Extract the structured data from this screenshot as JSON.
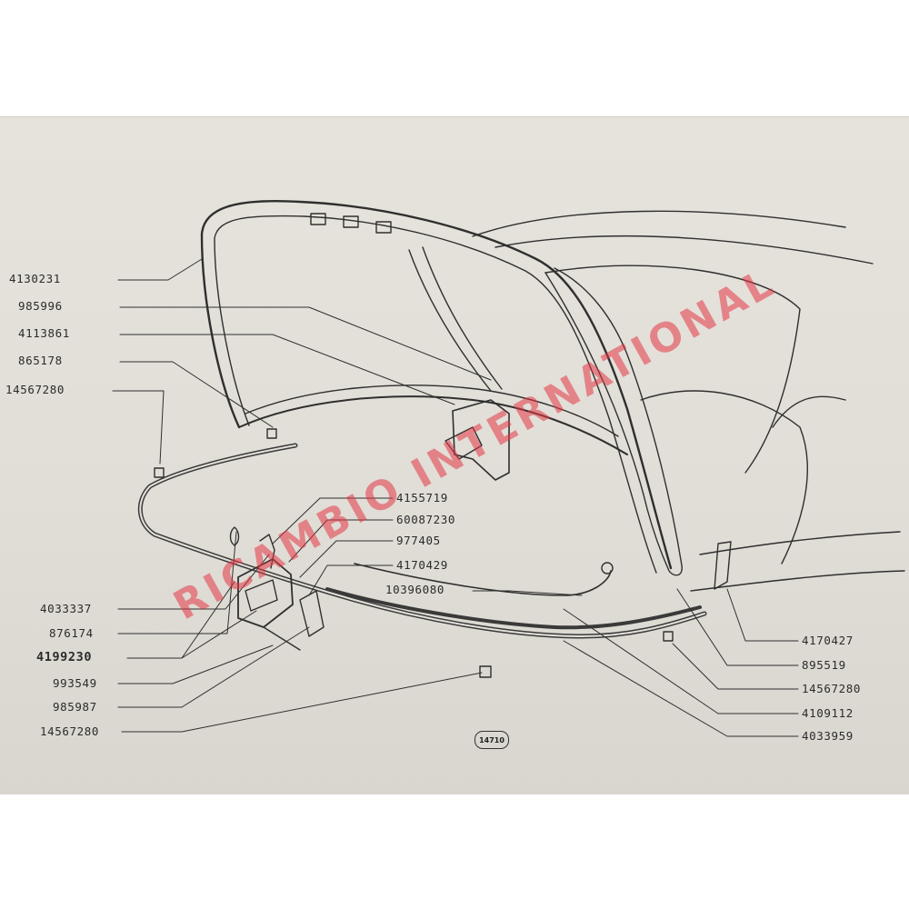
{
  "diagram": {
    "left_labels": [
      {
        "id": "l1",
        "text": "4130231"
      },
      {
        "id": "l2",
        "text": "985996"
      },
      {
        "id": "l3",
        "text": "4113861"
      },
      {
        "id": "l4",
        "text": "865178"
      },
      {
        "id": "l5",
        "text": "14567280"
      },
      {
        "id": "l6",
        "text": "4033337"
      },
      {
        "id": "l7",
        "text": "876174"
      },
      {
        "id": "l8",
        "text": "4199230"
      },
      {
        "id": "l9",
        "text": "993549"
      },
      {
        "id": "l10",
        "text": "985987"
      },
      {
        "id": "l11",
        "text": "14567280"
      }
    ],
    "center_labels": [
      {
        "id": "c1",
        "text": "4155719"
      },
      {
        "id": "c2",
        "text": "60087230"
      },
      {
        "id": "c3",
        "text": "977405"
      },
      {
        "id": "c4",
        "text": "4170429"
      },
      {
        "id": "c5",
        "text": "10396080"
      }
    ],
    "right_labels": [
      {
        "id": "r1",
        "text": "4170427"
      },
      {
        "id": "r2",
        "text": "895519"
      },
      {
        "id": "r3",
        "text": "14567280"
      },
      {
        "id": "r4",
        "text": "4109112"
      },
      {
        "id": "r5",
        "text": "4033959"
      }
    ],
    "figure_code": "14710",
    "watermark": "RICAMBIO INTERNATIONAL",
    "colors": {
      "ink": "#2b2b2b",
      "paper": "#e3e0d9",
      "watermark": "#e43746"
    }
  }
}
